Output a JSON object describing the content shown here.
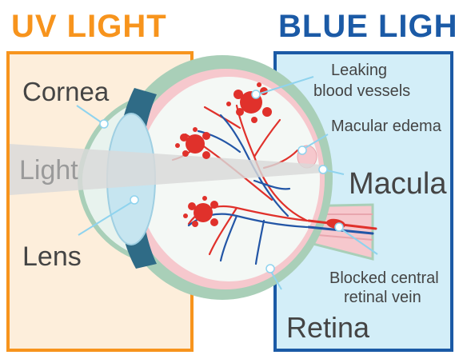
{
  "headers": {
    "left": "UV LIGHT",
    "right": "BLUE LIGHT"
  },
  "labels": {
    "cornea": "Cornea",
    "light": "Light",
    "lens": "Lens",
    "leaking_line1": "Leaking",
    "leaking_line2": "blood vessels",
    "macular_edema": "Macular edema",
    "macula": "Macula",
    "blocked_line1": "Blocked central",
    "blocked_line2": "retinal vein",
    "retina": "Retina"
  },
  "colors": {
    "uv_orange": "#f7941d",
    "uv_fill": "#fdeedb",
    "blue_dark": "#1b5aa6",
    "blue_fill": "#d3eef8",
    "sclera": "#a9cfb8",
    "vessel_red": "#e0312b",
    "vessel_blue": "#2356a6",
    "label_gray": "#444444"
  }
}
